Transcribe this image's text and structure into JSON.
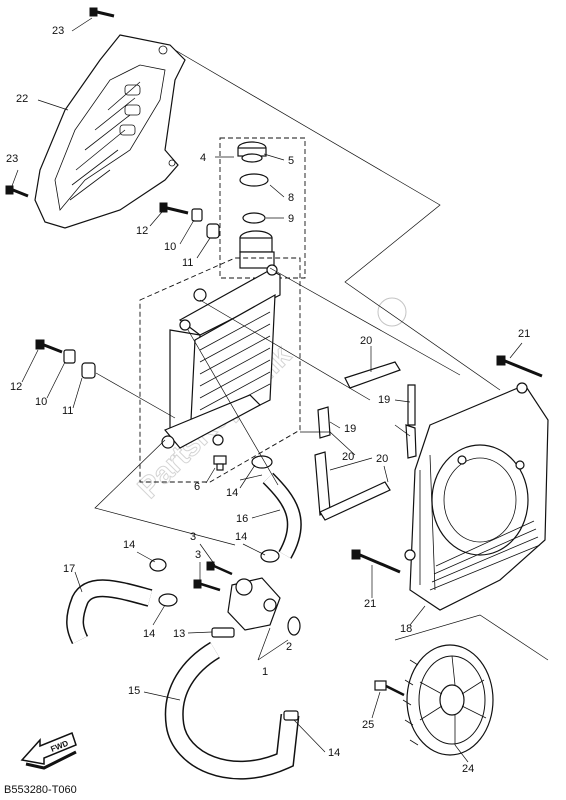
{
  "diagram": {
    "code": "B553280-T060",
    "watermark": "PartsRepublik",
    "fwd_label": "FWD",
    "callouts": [
      "23",
      "22",
      "23",
      "4",
      "5",
      "8",
      "9",
      "12",
      "10",
      "11",
      "12",
      "10",
      "11",
      "6",
      "14",
      "16",
      "3",
      "3",
      "14",
      "14",
      "17",
      "14",
      "13",
      "1",
      "2",
      "15",
      "14",
      "20",
      "20",
      "20",
      "19",
      "19",
      "21",
      "21",
      "18",
      "25",
      "24"
    ]
  }
}
